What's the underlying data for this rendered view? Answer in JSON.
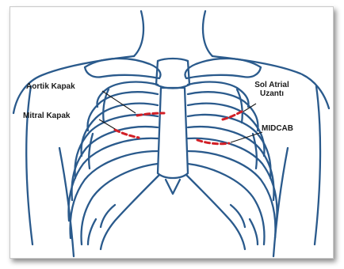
{
  "figure": {
    "labels": {
      "aortic_valve": "Aortik Kapak",
      "mitral_valve": "Mitral Kapak",
      "left_atrial_line1": "Sol Atrial",
      "left_atrial_line2": "Uzantı",
      "midcab": "MIDCAB"
    }
  },
  "colors": {
    "outline": "#2a5a8c",
    "incision": "#d21f26",
    "leader": "#1a1a1a",
    "text": "#1a1a1a"
  }
}
